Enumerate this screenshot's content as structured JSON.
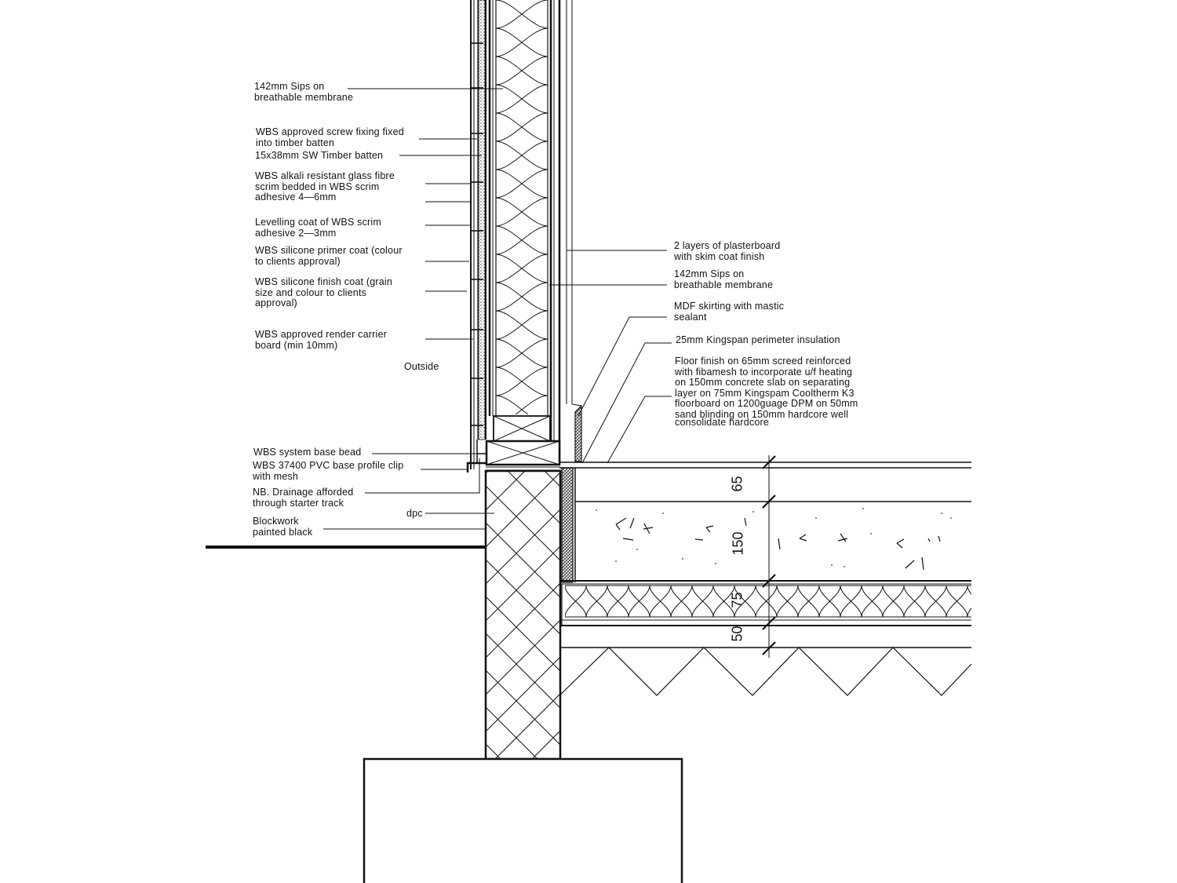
{
  "labels": {
    "sips_outer": [
      "142mm Sips on",
      "breathable membrane"
    ],
    "screw_fixing": [
      "WBS approved screw fixing fixed",
      "into timber batten"
    ],
    "timber_batten": "15x38mm SW Timber batten",
    "glass_fibre_scrim": [
      "WBS alkali resistant glass fibre",
      "scrim bedded in WBS scrim",
      "adhesive 4—6mm"
    ],
    "levelling_coat": [
      "Levelling coat of WBS scrim",
      "adhesive 2—3mm"
    ],
    "primer_coat": [
      "WBS silicone primer coat (colour",
      "to clients approval)"
    ],
    "finish_coat": [
      "WBS silicone finish coat (grain",
      "size and colour to clients",
      "approval)"
    ],
    "render_carrier": [
      "WBS approved render carrier",
      "board (min 10mm)"
    ],
    "outside": "Outside",
    "base_bead": "WBS system base bead",
    "base_profile": [
      "WBS 37400 PVC base profile clip",
      "with mesh"
    ],
    "drainage": [
      "NB. Drainage afforded",
      "through starter track"
    ],
    "dpc": "dpc",
    "blockwork": [
      "Blockwork",
      "painted black"
    ],
    "plasterboard": [
      "2 layers of plasterboard",
      "with skim coat finish"
    ],
    "sips_inner": [
      "142mm Sips on",
      "breathable membrane"
    ],
    "skirting": [
      "MDF skirting with mastic",
      "sealant"
    ],
    "perimeter_insulation": "25mm Kingspan perimeter insulation",
    "floor_finish": [
      "Floor finish on 65mm screed reinforced",
      "with fibamesh to incorporate u/f heating",
      "on 150mm concrete slab on separating",
      "layer on 75mm Kingspam Cooltherm K3",
      "floorboard on 1200guage DPM on 50mm",
      "sand blinding on 150mm hardcore well",
      "consolidate hardcore"
    ]
  },
  "dimensions": {
    "screed": "65",
    "slab": "150",
    "insulation": "75",
    "blinding": "50"
  }
}
